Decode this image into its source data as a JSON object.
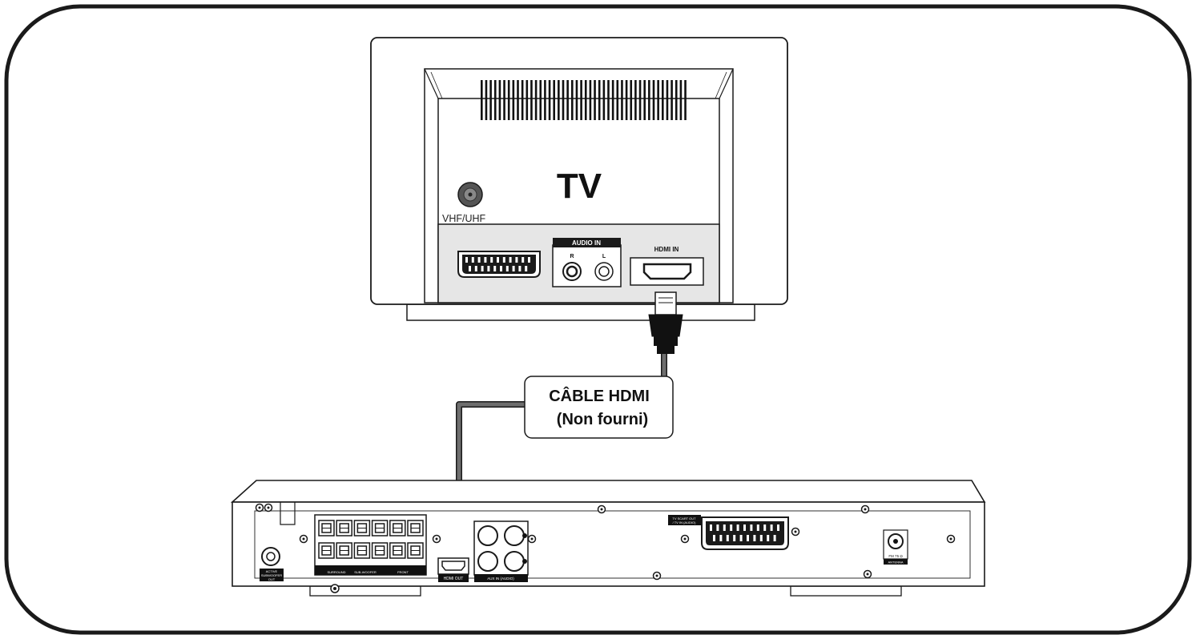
{
  "tv": {
    "title": "TV",
    "antenna_label": "VHF/UHF",
    "audio_in_label": "AUDIO IN",
    "audio_r_label": "R",
    "audio_l_label": "L",
    "hdmi_in_label": "HDMI IN"
  },
  "cable": {
    "line1": "CÂBLE HDMI",
    "line2": "(Non fourni)"
  },
  "player": {
    "subwoofer_out_label_1": "ACTIVE",
    "subwoofer_out_label_2": "SUBWOOFER",
    "subwoofer_out_label_3": "OUT",
    "surround_label": "SURROUND",
    "subwoofer_label": "SUB-WOOFER",
    "front_label": "FRONT",
    "hdmi_out_label": "HDMI OUT",
    "aux_in_label": "AUX IN (AUDIO)",
    "scart_label_1": "TV SCART OUT",
    "scart_label_2": "/ TV IN (AUDIO)",
    "fm_label": "FM 75 Ω",
    "antenna_label": "ANTENNA"
  },
  "colors": {
    "outline": "#1a1a1a",
    "panel_gray": "#e6e6e6",
    "cable_gray": "#6e6e6e"
  }
}
